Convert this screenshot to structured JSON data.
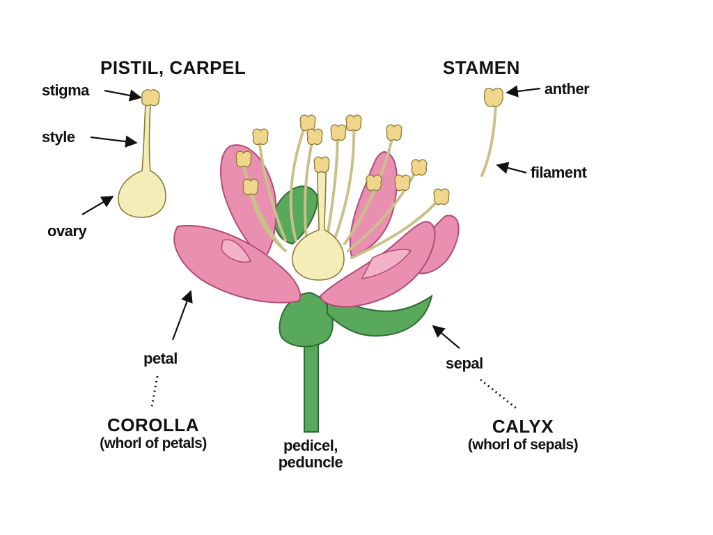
{
  "labels": {
    "pistil_heading": "PISTIL, CARPEL",
    "stamen_heading": "STAMEN",
    "stigma": "stigma",
    "style": "style",
    "ovary": "ovary",
    "anther": "anther",
    "filament": "filament",
    "petal": "petal",
    "sepal": "sepal",
    "corolla": "COROLLA",
    "corolla_sub": "(whorl of petals)",
    "calyx": "CALYX",
    "calyx_sub": "(whorl of sepals)",
    "pedicel": "pedicel,",
    "peduncle": "peduncle"
  },
  "colors": {
    "petal": "#e98fb0",
    "sepal": "#58a95b",
    "pistil": "#f5edb7",
    "anther": "#f0d68a"
  }
}
